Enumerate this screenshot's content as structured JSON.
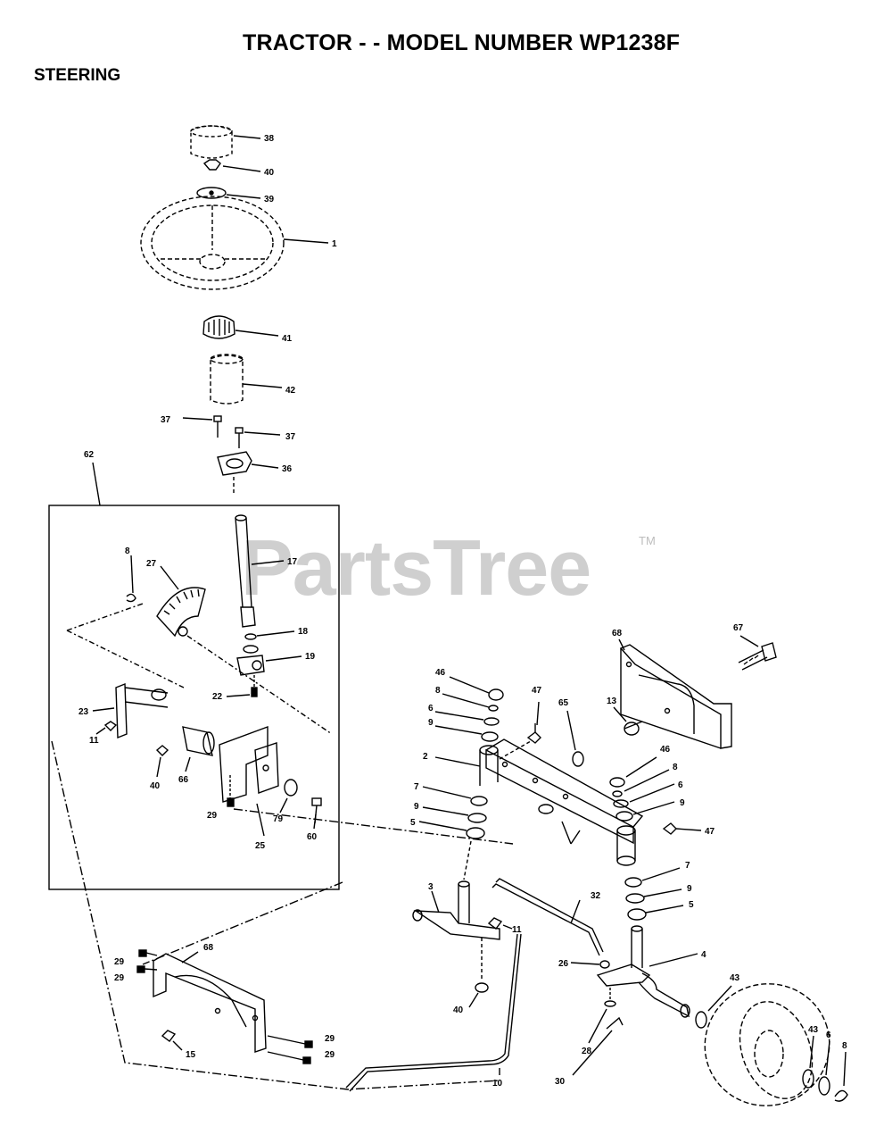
{
  "header": {
    "title": "TRACTOR - - MODEL NUMBER WP1238F",
    "section": "STEERING"
  },
  "watermark": {
    "text": "PartsTree",
    "trademark": "TM"
  },
  "callouts": [
    {
      "id": "c38",
      "label": "38"
    },
    {
      "id": "c40a",
      "label": "40"
    },
    {
      "id": "c39",
      "label": "39"
    },
    {
      "id": "c1",
      "label": "1"
    },
    {
      "id": "c41",
      "label": "41"
    },
    {
      "id": "c42",
      "label": "42"
    },
    {
      "id": "c37a",
      "label": "37"
    },
    {
      "id": "c37b",
      "label": "37"
    },
    {
      "id": "c36",
      "label": "36"
    },
    {
      "id": "c62",
      "label": "62"
    },
    {
      "id": "c8a",
      "label": "8"
    },
    {
      "id": "c27",
      "label": "27"
    },
    {
      "id": "c17",
      "label": "17"
    },
    {
      "id": "c18",
      "label": "18"
    },
    {
      "id": "c19",
      "label": "19"
    },
    {
      "id": "c22",
      "label": "22"
    },
    {
      "id": "c23",
      "label": "23"
    },
    {
      "id": "c11a",
      "label": "11"
    },
    {
      "id": "c40b",
      "label": "40"
    },
    {
      "id": "c66",
      "label": "66"
    },
    {
      "id": "c29a",
      "label": "29"
    },
    {
      "id": "c25",
      "label": "25"
    },
    {
      "id": "c79",
      "label": "79"
    },
    {
      "id": "c60",
      "label": "60"
    },
    {
      "id": "c67",
      "label": "67"
    },
    {
      "id": "c68a",
      "label": "68"
    },
    {
      "id": "c46a",
      "label": "46"
    },
    {
      "id": "c8b",
      "label": "8"
    },
    {
      "id": "c6a",
      "label": "6"
    },
    {
      "id": "c9a",
      "label": "9"
    },
    {
      "id": "c47a",
      "label": "47"
    },
    {
      "id": "c65",
      "label": "65"
    },
    {
      "id": "c13",
      "label": "13"
    },
    {
      "id": "c2",
      "label": "2"
    },
    {
      "id": "c46b",
      "label": "46"
    },
    {
      "id": "c8c",
      "label": "8"
    },
    {
      "id": "c6b",
      "label": "6"
    },
    {
      "id": "c9b",
      "label": "9"
    },
    {
      "id": "c7a",
      "label": "7"
    },
    {
      "id": "c9c",
      "label": "9"
    },
    {
      "id": "c5a",
      "label": "5"
    },
    {
      "id": "c47b",
      "label": "47"
    },
    {
      "id": "c7b",
      "label": "7"
    },
    {
      "id": "c9d",
      "label": "9"
    },
    {
      "id": "c5b",
      "label": "5"
    },
    {
      "id": "c3",
      "label": "3"
    },
    {
      "id": "c32",
      "label": "32"
    },
    {
      "id": "c11b",
      "label": "11"
    },
    {
      "id": "c26",
      "label": "26"
    },
    {
      "id": "c4",
      "label": "4"
    },
    {
      "id": "c43a",
      "label": "43"
    },
    {
      "id": "c40c",
      "label": "40"
    },
    {
      "id": "c28",
      "label": "28"
    },
    {
      "id": "c30",
      "label": "30"
    },
    {
      "id": "c10",
      "label": "10"
    },
    {
      "id": "c68b",
      "label": "68"
    },
    {
      "id": "c29b",
      "label": "29"
    },
    {
      "id": "c29c",
      "label": "29"
    },
    {
      "id": "c15",
      "label": "15"
    },
    {
      "id": "c29d",
      "label": "29"
    },
    {
      "id": "c29e",
      "label": "29"
    },
    {
      "id": "c43b",
      "label": "43"
    },
    {
      "id": "c6c",
      "label": "6"
    },
    {
      "id": "c8d",
      "label": "8"
    }
  ]
}
